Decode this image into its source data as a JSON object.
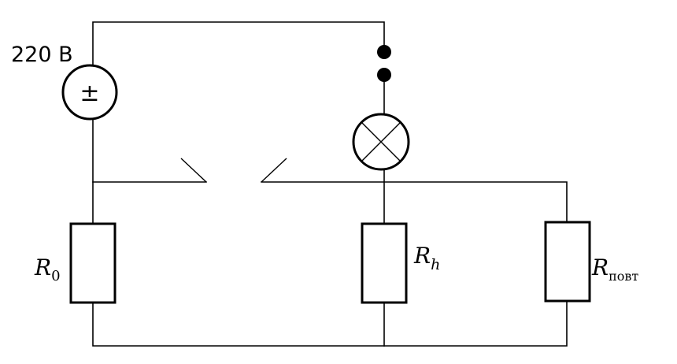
{
  "source": {
    "voltage": "220 В",
    "symbol": "±"
  },
  "resistors": [
    {
      "id": "r0",
      "symbol": "R",
      "subscript": "0"
    },
    {
      "id": "rh",
      "symbol": "R",
      "subscript": "h"
    },
    {
      "id": "rpovt",
      "symbol": "R",
      "subscript": "повт"
    }
  ],
  "colors": {
    "line": "#000000",
    "background": "#ffffff"
  }
}
